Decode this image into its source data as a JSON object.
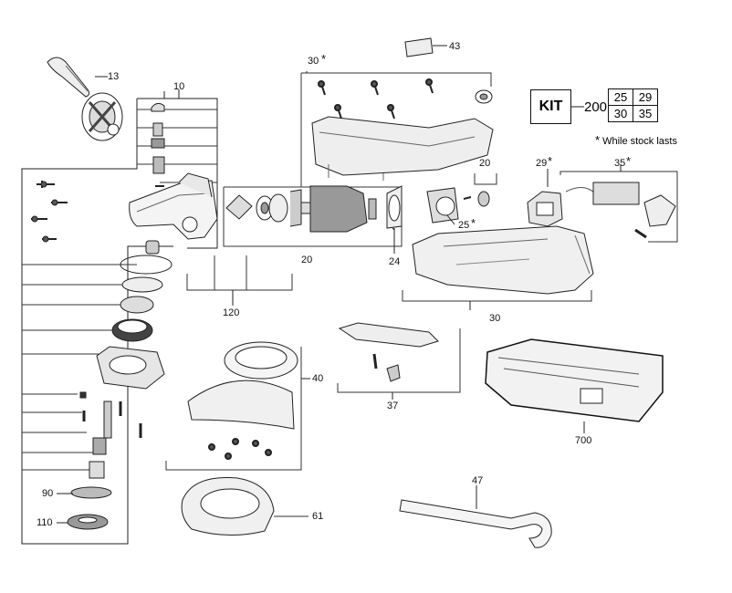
{
  "callouts": {
    "c13": "13",
    "c10": "10",
    "c30top": "30",
    "c43": "43",
    "c20r": "20",
    "c29": "29",
    "c35": "35",
    "c25": "25",
    "c20b": "20",
    "c24": "24",
    "c30b": "30",
    "c120": "120",
    "c40": "40",
    "c37": "37",
    "c700": "700",
    "c47": "47",
    "c90": "90",
    "c110": "110",
    "c61": "61"
  },
  "stars": {
    "s30": "*",
    "s25": "*",
    "s29": "*",
    "s35": "*"
  },
  "kit": {
    "label": "KIT",
    "number": "200",
    "items": [
      [
        "25",
        "29"
      ],
      [
        "30",
        "35"
      ]
    ]
  },
  "note": {
    "symbol": "*",
    "text": "While stock lasts"
  }
}
